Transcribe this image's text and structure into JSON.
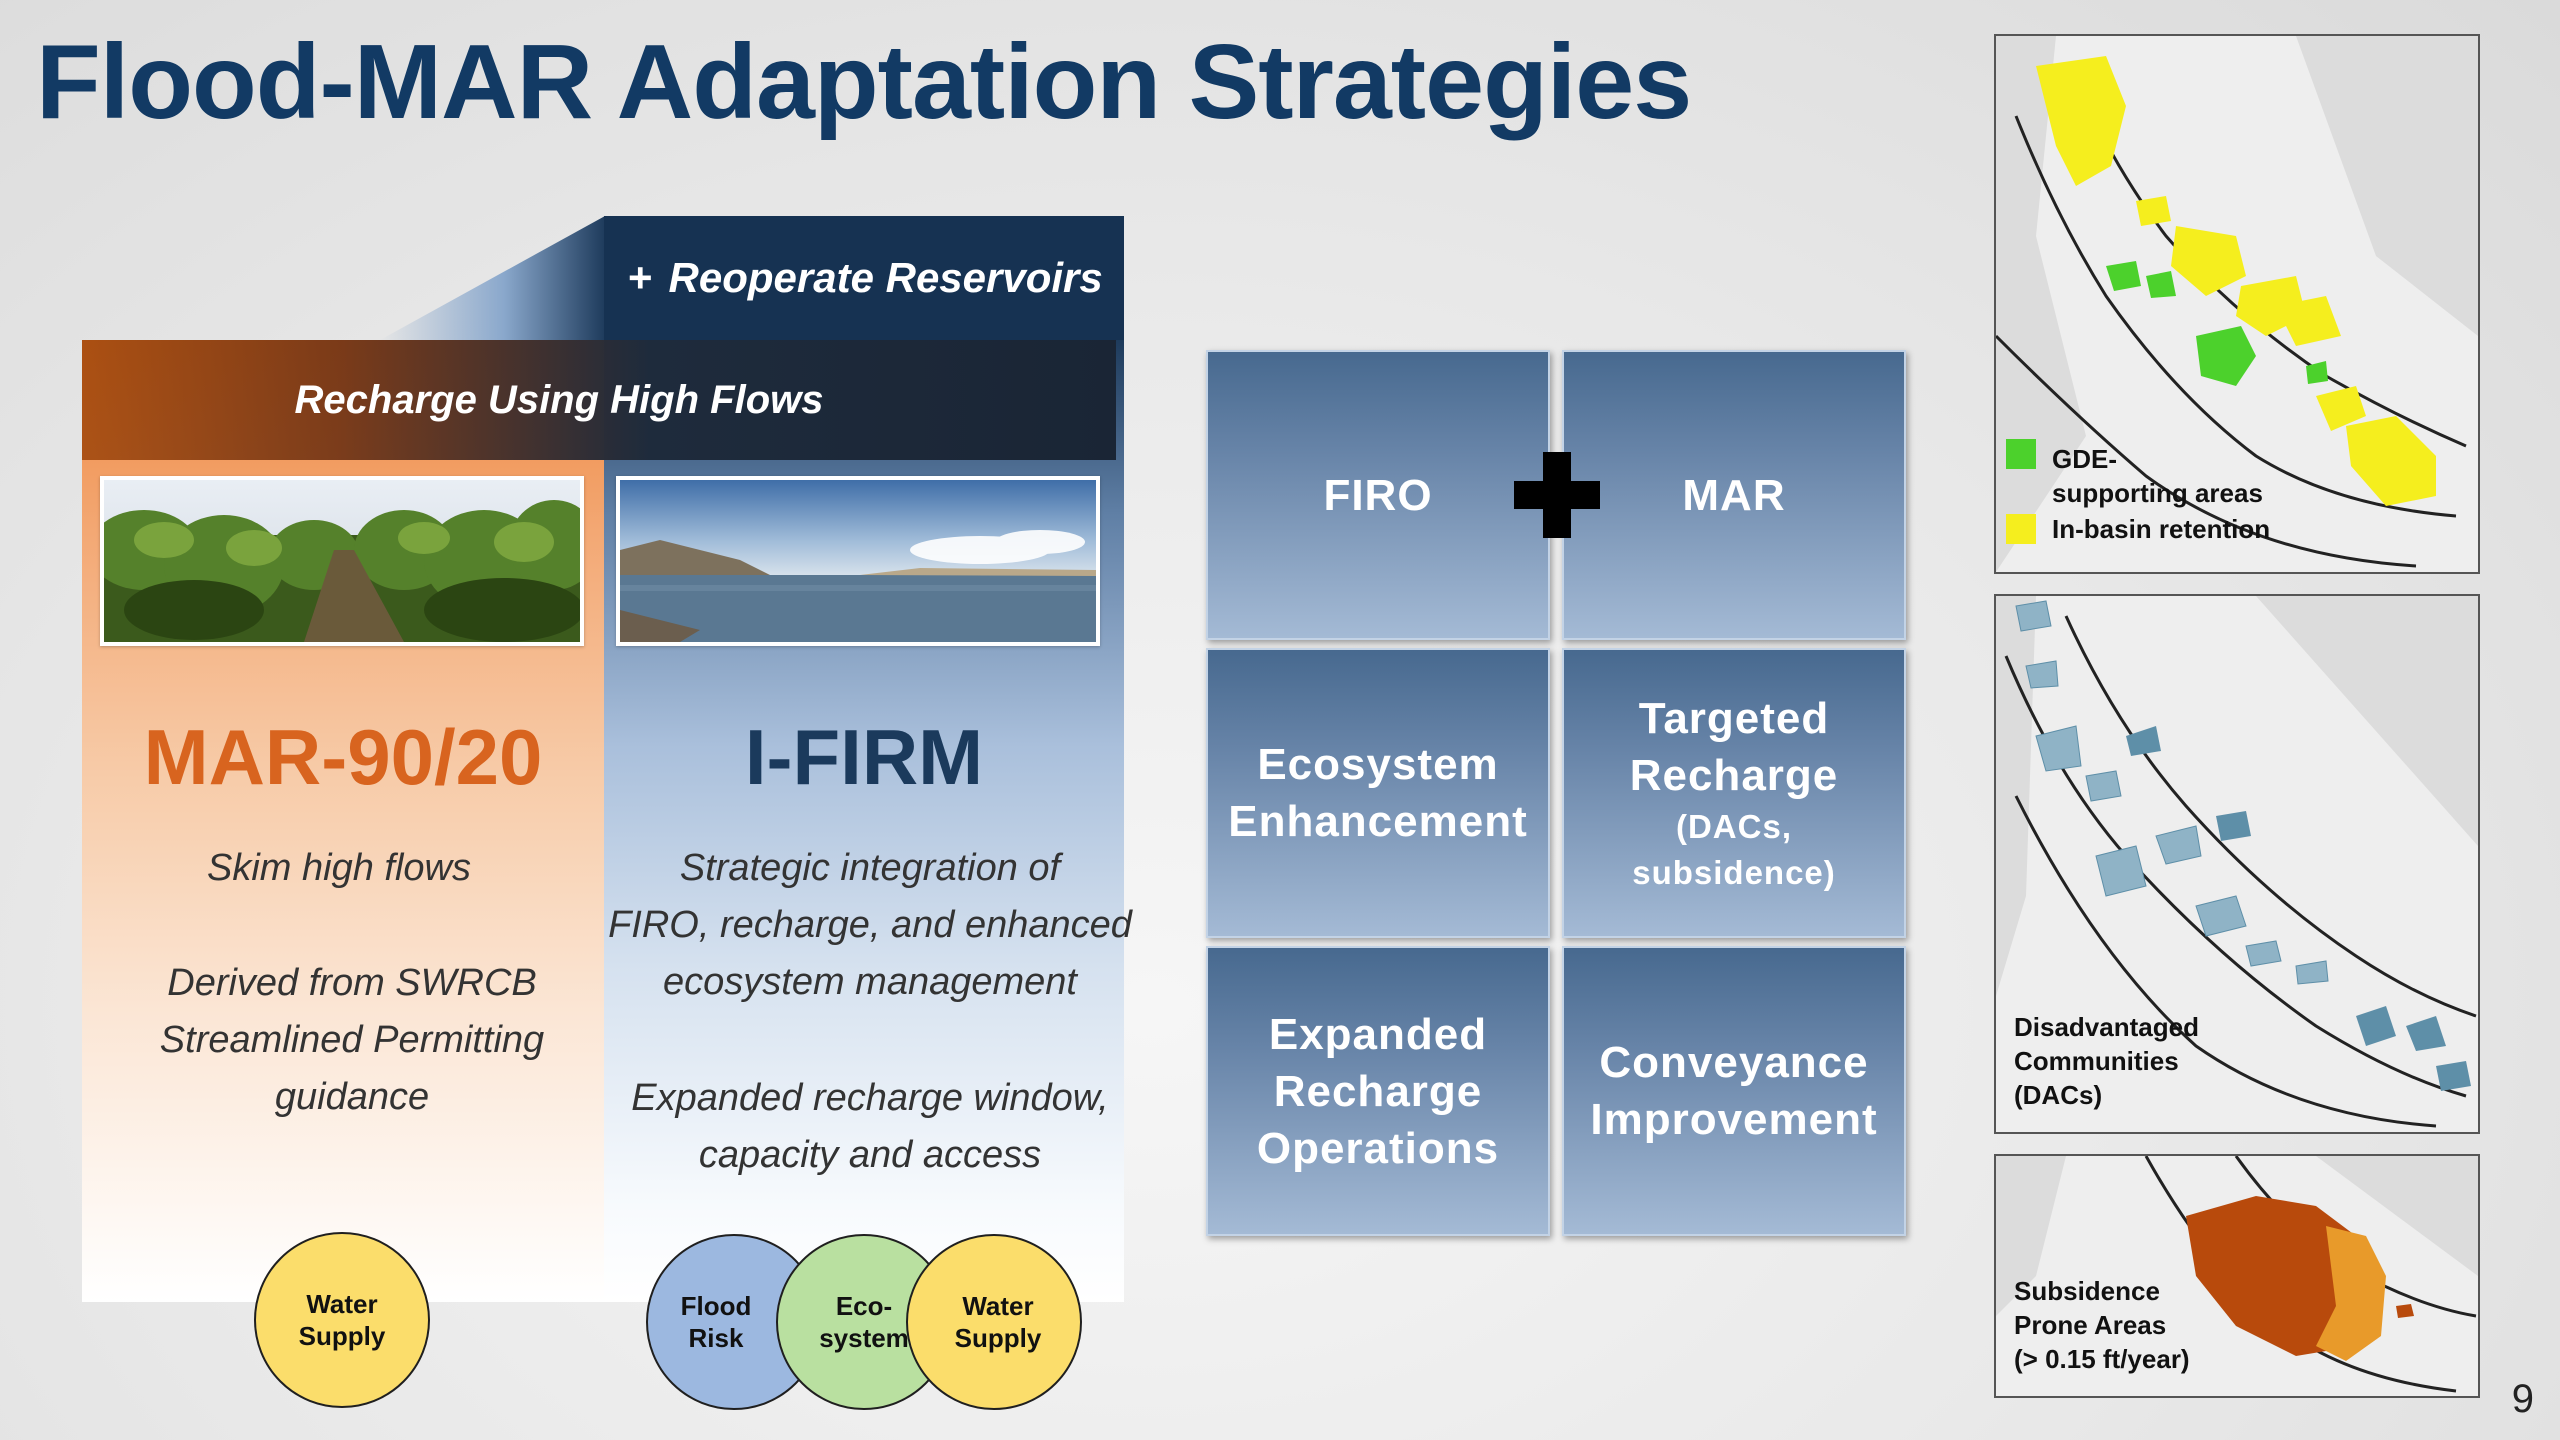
{
  "title": "Flood-MAR Adaptation Strategies",
  "page_number": "9",
  "reoperate_banner": {
    "icon": "plus-icon",
    "label": "Reoperate Reservoirs"
  },
  "recharge_banner": "Recharge Using High Flows",
  "mar": {
    "heading": "MAR-90/20",
    "heading_color": "#d8641f",
    "text1": "Skim high flows",
    "text2_lines": [
      "Derived from SWRCB",
      "Streamlined Permitting",
      "guidance"
    ],
    "circles": [
      {
        "lines": [
          "Water",
          "Supply"
        ],
        "color": "#fbdd6b"
      }
    ]
  },
  "firm": {
    "heading": "I-FIRM",
    "heading_color": "#1b3a5c",
    "text1_lines": [
      "Strategic integration of",
      "FIRO, recharge, and enhanced",
      "ecosystem management"
    ],
    "text2_lines": [
      "Expanded recharge window,",
      "capacity and access"
    ],
    "circles": [
      {
        "lines": [
          "Flood",
          "Risk"
        ],
        "color": "#9cb8e0"
      },
      {
        "lines": [
          "Eco-",
          "system"
        ],
        "color": "#b9e0a0"
      },
      {
        "lines": [
          "Water",
          "Supply"
        ],
        "color": "#fbdd6b"
      }
    ]
  },
  "grid": {
    "tiles": [
      {
        "lines": [
          "FIRO"
        ],
        "sub": []
      },
      {
        "lines": [
          "MAR"
        ],
        "sub": []
      },
      {
        "lines": [
          "Ecosystem",
          "Enhancement"
        ],
        "sub": []
      },
      {
        "lines": [
          "Targeted",
          "Recharge"
        ],
        "sub": [
          "(DACs,",
          "subsidence)"
        ]
      },
      {
        "lines": [
          "Expanded",
          "Recharge",
          "Operations"
        ],
        "sub": []
      },
      {
        "lines": [
          "Conveyance",
          "Improvement"
        ],
        "sub": []
      }
    ]
  },
  "maps": {
    "map1": {
      "legend": [
        {
          "label_lines": [
            "GDE-",
            "supporting areas"
          ],
          "color": "#4cd12c"
        },
        {
          "label_lines": [
            "In-basin retention"
          ],
          "color": "#f5ee1e"
        }
      ]
    },
    "map2": {
      "label_lines": [
        "Disadvantaged",
        "Communities",
        "(DACs)"
      ],
      "color": "#5e8fa8"
    },
    "map3": {
      "label_lines": [
        "Subsidence",
        "Prone Areas",
        "(> 0.15 ft/year)"
      ],
      "colors": [
        "#b84a0c",
        "#e89a2a"
      ]
    }
  }
}
